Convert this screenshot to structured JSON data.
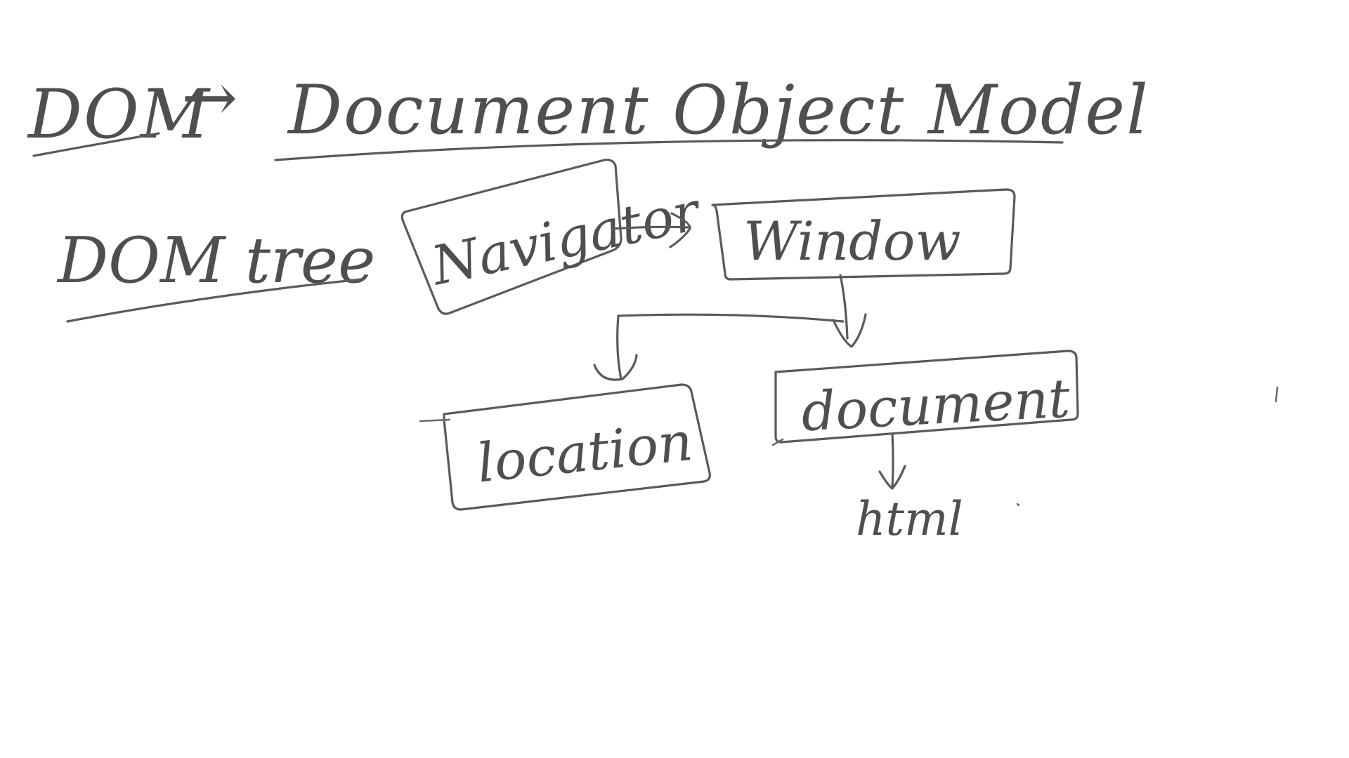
{
  "title": {
    "abbreviation": "DOM",
    "arrow": "→",
    "expansion": "Document Object Model"
  },
  "subtitle": "DOM tree",
  "nodes": {
    "navigator": "Navigator",
    "window": "Window",
    "location": "location",
    "document": "document",
    "html": "html"
  },
  "colors": {
    "ink": "#5a5a5a",
    "background": "#ffffff"
  }
}
